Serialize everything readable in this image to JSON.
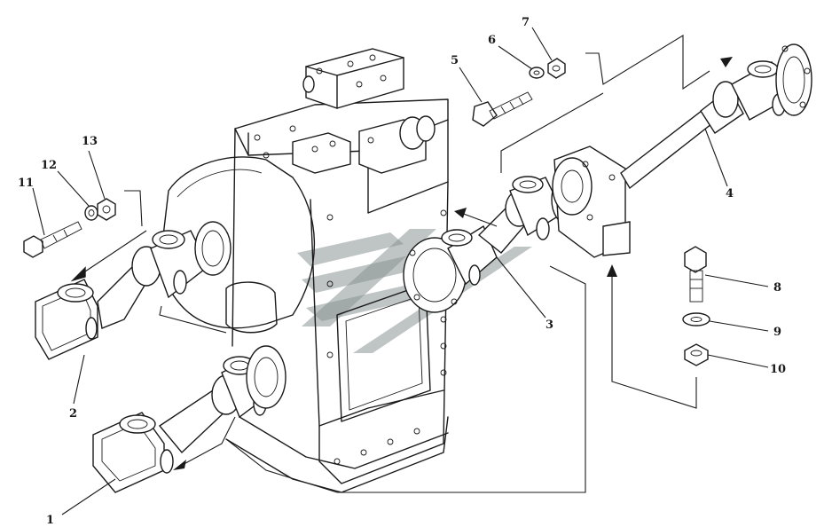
{
  "diagram": {
    "callouts": [
      {
        "id": "c1",
        "label": "1"
      },
      {
        "id": "c2",
        "label": "2"
      },
      {
        "id": "c3",
        "label": "3"
      },
      {
        "id": "c4",
        "label": "4"
      },
      {
        "id": "c5",
        "label": "5"
      },
      {
        "id": "c6",
        "label": "6"
      },
      {
        "id": "c7",
        "label": "7"
      },
      {
        "id": "c8",
        "label": "8"
      },
      {
        "id": "c9",
        "label": "9"
      },
      {
        "id": "c10",
        "label": "10"
      },
      {
        "id": "c11",
        "label": "11"
      },
      {
        "id": "c12",
        "label": "12"
      },
      {
        "id": "c13",
        "label": "13"
      }
    ],
    "colors": {
      "line": "#1a1a1a",
      "background": "#ffffff",
      "watermark": "#8a9494"
    }
  }
}
